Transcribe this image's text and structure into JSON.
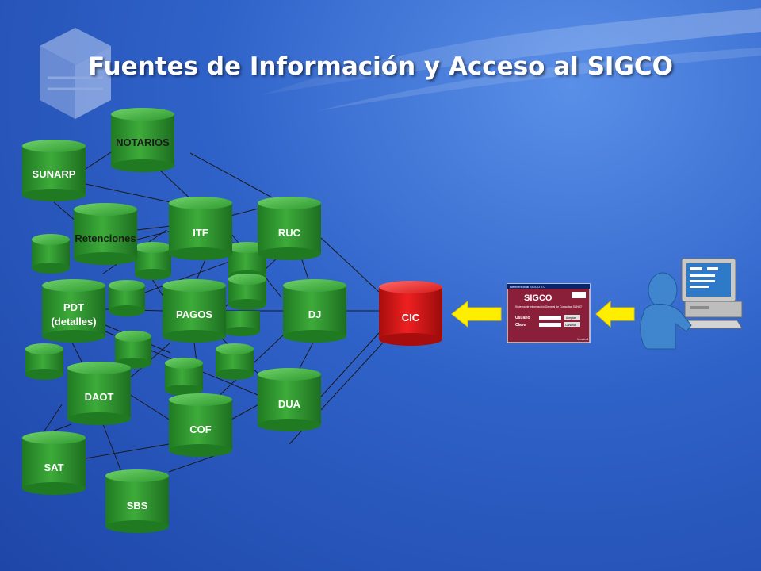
{
  "slide": {
    "title": "Fuentes de Información y Acceso al SIGCO"
  },
  "colors": {
    "background": "#2f62c8",
    "database_green": "#2f9a2f",
    "cic_red": "#e01a1a",
    "arrow_yellow": "#ffee00",
    "window_maroon": "#8a1f3a",
    "user_blue": "#2f7ac8"
  },
  "databases": [
    {
      "id": "notarios",
      "label": "NOTARIOS"
    },
    {
      "id": "sunarp",
      "label": "SUNARP"
    },
    {
      "id": "retenciones",
      "label": "Retenciones"
    },
    {
      "id": "itf",
      "label": "ITF"
    },
    {
      "id": "ruc",
      "label": "RUC"
    },
    {
      "id": "pdt",
      "label": "PDT",
      "label2": "(detalles)"
    },
    {
      "id": "pagos",
      "label": "PAGOS"
    },
    {
      "id": "dj",
      "label": "DJ"
    },
    {
      "id": "daot",
      "label": "DAOT"
    },
    {
      "id": "dua",
      "label": "DUA"
    },
    {
      "id": "cof",
      "label": "COF"
    },
    {
      "id": "sat",
      "label": "SAT"
    },
    {
      "id": "sbs",
      "label": "SBS"
    }
  ],
  "central_db": {
    "id": "cic",
    "label": "CIC"
  },
  "app_window": {
    "titlebar": "Bienvenido al SIGCO 2.0",
    "title": "SIGCO",
    "subtitle": "Sistema de Información General de Consultas SUNAT",
    "usuario_label": "Usuario",
    "clave_label": "Clave",
    "accept_label": "Aceptar",
    "cancel_label": "Cancelar",
    "version": "Versión 1"
  },
  "icons": {
    "arrow": "arrow-left-icon",
    "user": "user-at-computer-icon",
    "logo": "cube-logo-icon"
  }
}
